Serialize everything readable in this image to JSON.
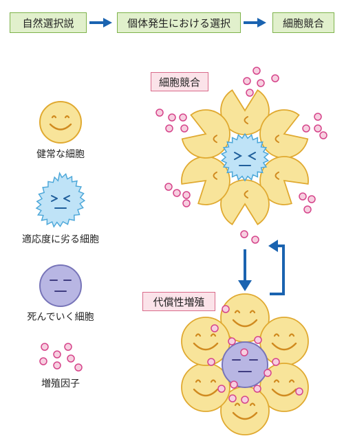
{
  "flow": {
    "step1": "自然選択説",
    "step2": "個体発生における選択",
    "step3": "細胞競合"
  },
  "labels": {
    "competition": "細胞競合",
    "compensation": "代償性増殖"
  },
  "legend": {
    "healthy": "健常な細胞",
    "unfit": "適応度に劣る細胞",
    "dying": "死んでいく細胞",
    "factor": "増殖因子"
  },
  "colors": {
    "healthy_fill": "#f8e49a",
    "healthy_stroke": "#e0a930",
    "unfit_fill": "#bfe3f7",
    "unfit_stroke": "#4aa6d8",
    "dying_fill": "#b8b6e3",
    "dying_stroke": "#7774b8",
    "factor_fill": "#f7cfe0",
    "factor_stroke": "#d5448a",
    "arrow": "#1a63b0",
    "flow_box_fill": "#e1f0cc",
    "label_box_fill": "#fbe3e9"
  }
}
